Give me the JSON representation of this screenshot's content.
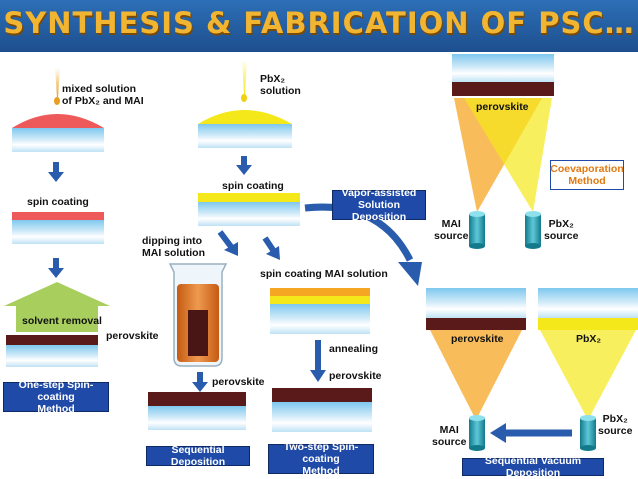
{
  "title": "SYNTHESIS & FABRICATION OF PSC…",
  "labels": {
    "mixed_solution": "mixed solution\nof PbX₂ and MAI",
    "pbx2_solution": "PbX₂\nsolution",
    "spin_coating_1": "spin coating",
    "spin_coating_2": "spin coating",
    "dipping": "dipping into\nMAI solution",
    "spin_coating_mai": "spin coating MAI solution",
    "solvent_removal": "solvent removal",
    "perovskite_1": "perovskite",
    "perovskite_2": "perovskite",
    "perovskite_3": "perovskite",
    "annealing": "annealing",
    "perovskite_coevap": "perovskite",
    "perovskite_seq_vac": "perovskite",
    "pbx2_seq_vac": "PbX₂",
    "mai_source_1": "MAI\nsource",
    "pbx2_source_1": "PbX₂\nsource",
    "mai_source_2": "MAI\nsource",
    "pbx2_source_2": "PbX₂\nsource"
  },
  "methods": {
    "one_step": "One-step Spin-coating\nMethod",
    "sequential": "Sequential Deposition",
    "two_step": "Two-step Spin-coating\nMethod",
    "vapor_assisted": "Vapor-assisted\nSolution Deposition",
    "coevaporation": "Coevaporation\nMethod",
    "sequential_vacuum": "Sequential Vacuum Deposition"
  },
  "colors": {
    "title_bg": "#2d6fb7",
    "title_text": "#f2b532",
    "method_box": "#1f4aa8",
    "perovskite": "#5a1a1a",
    "pbx2": "#f5e81a",
    "mai": "#f5a623",
    "substrate_top": "#7ec8ee",
    "substrate_bottom": "#e8f5fc",
    "red_film": "#ee5a5a",
    "arrow": "#2a5cae"
  }
}
